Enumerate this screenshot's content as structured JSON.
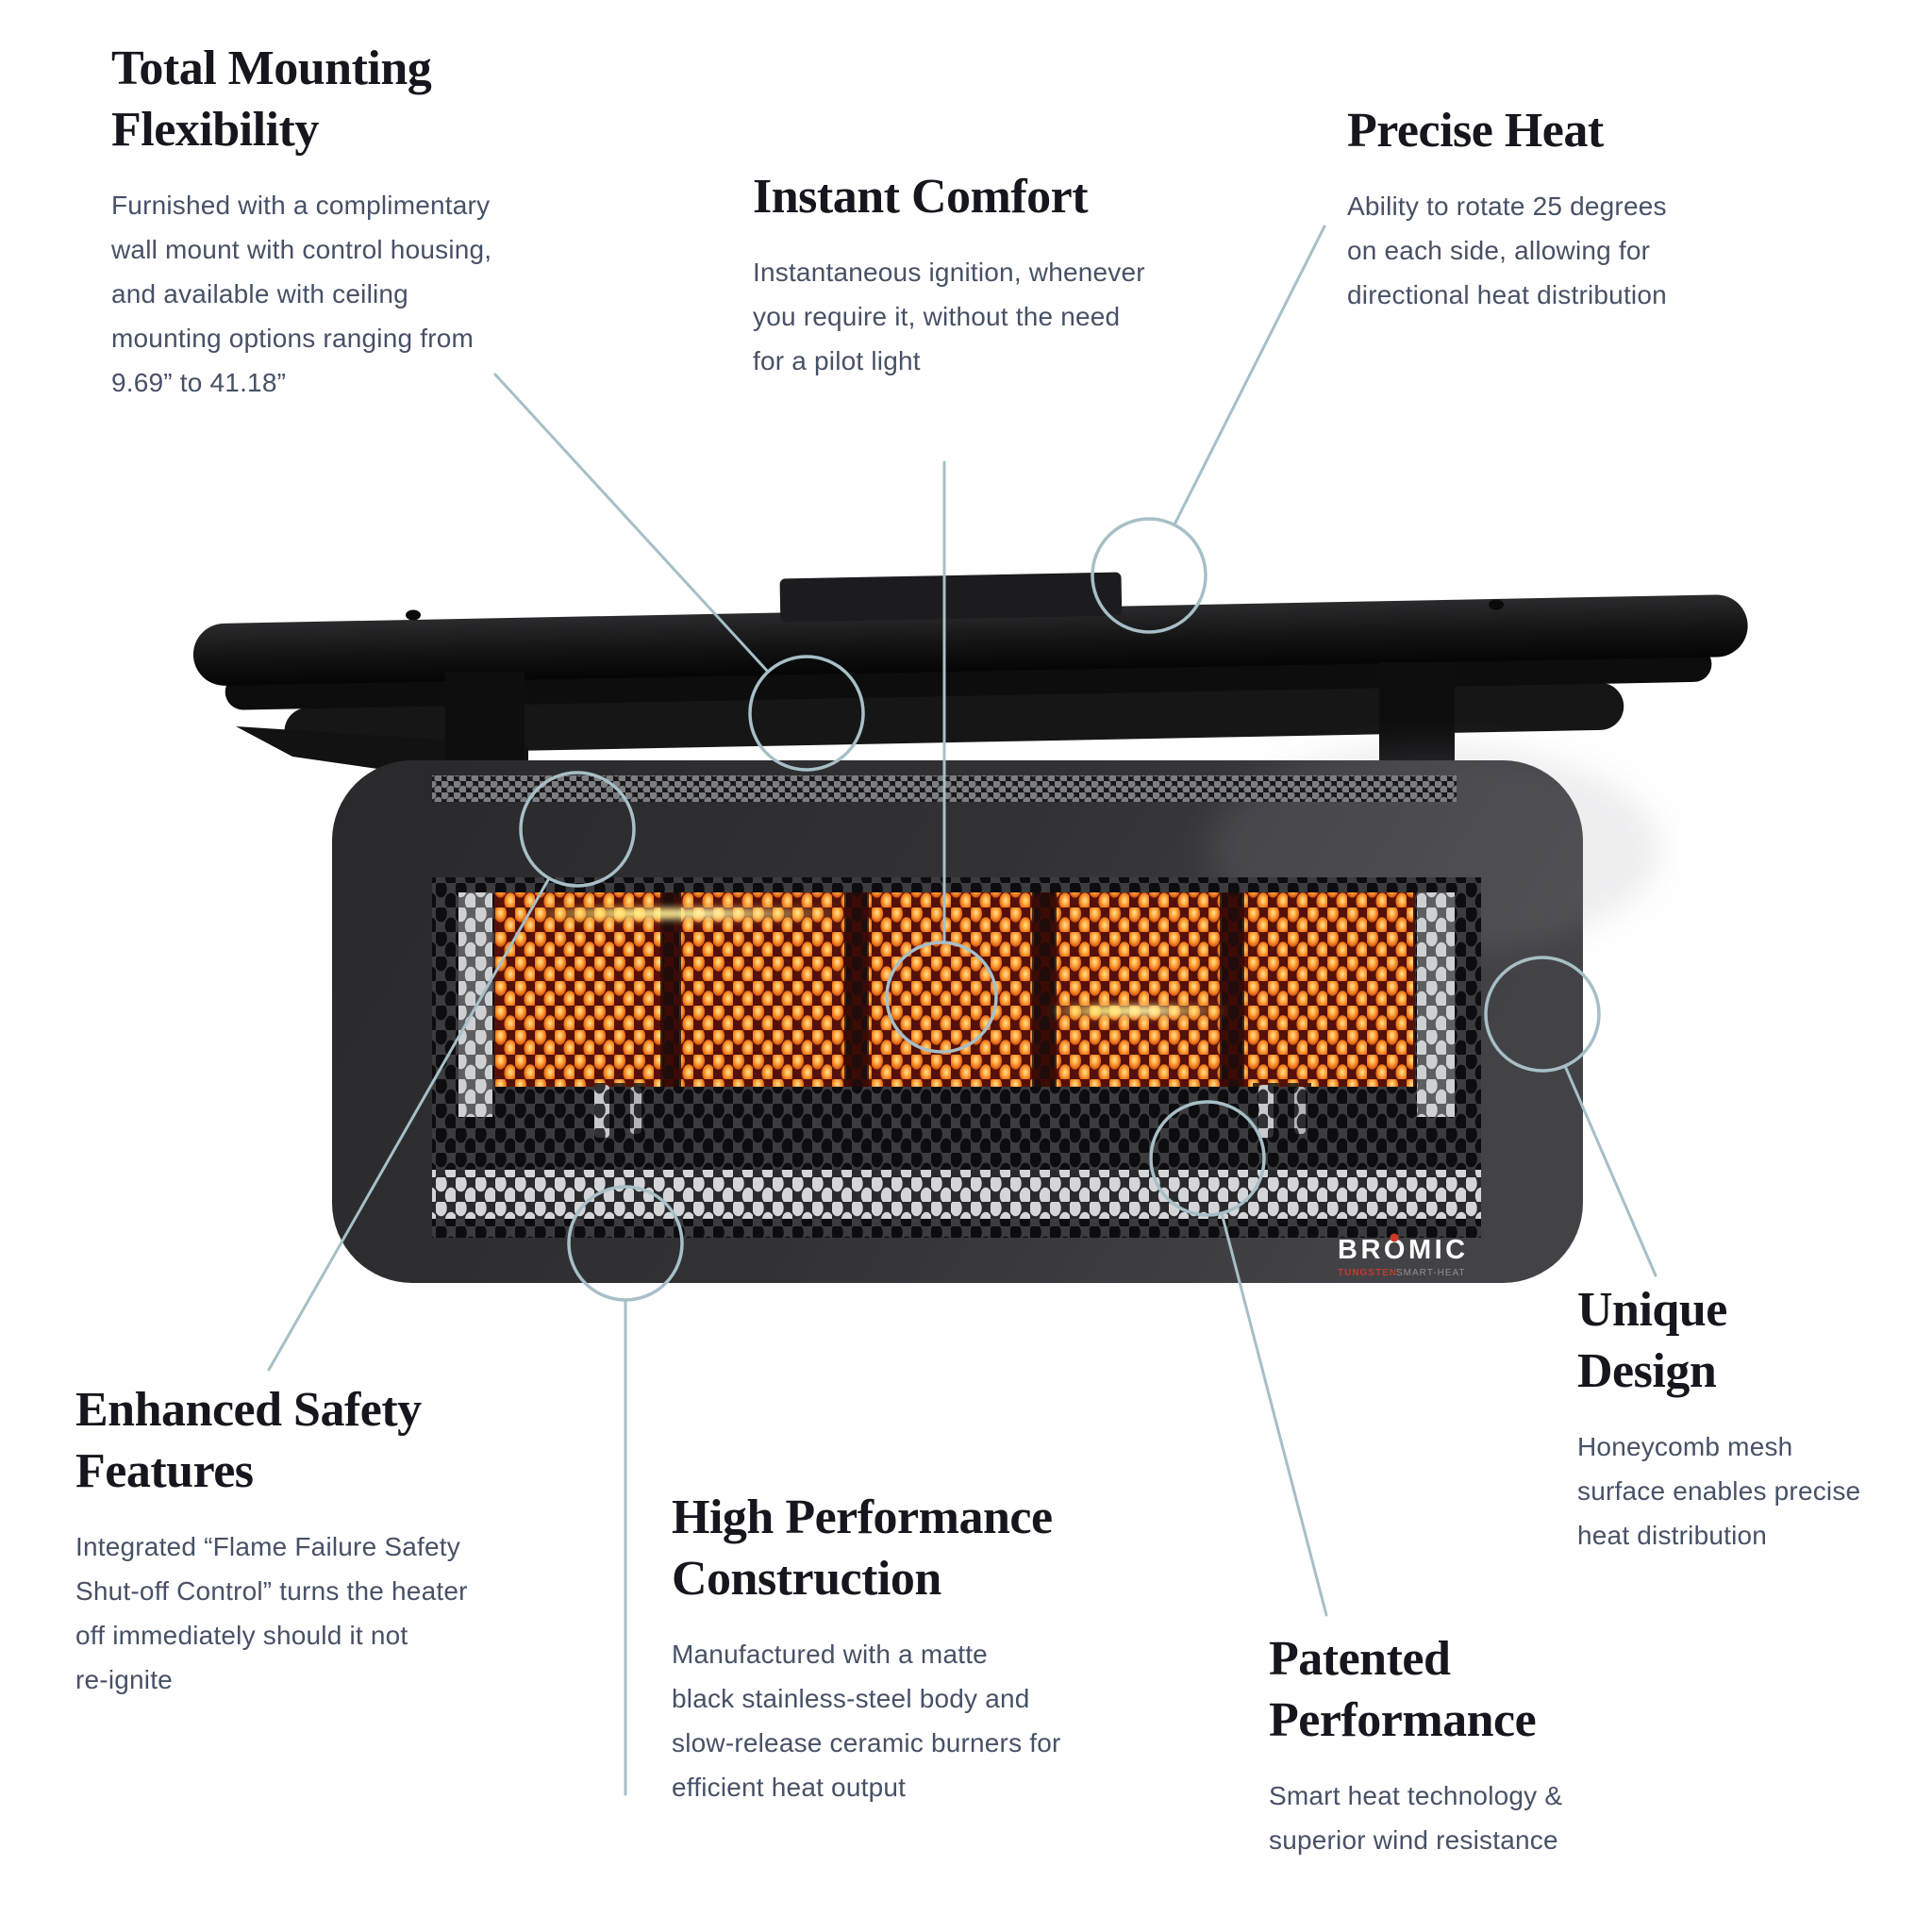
{
  "page": {
    "background": "#ffffff"
  },
  "brand": {
    "logo_text": "BROMIC",
    "logo_sub_left": "TUNGSTEN",
    "logo_sub_right": "SMART-HEAT",
    "logo_color": "#ffffff",
    "logo_accent_color": "#cf3a28"
  },
  "style": {
    "callout_color": "#a7bfc7",
    "heading_color": "#16161e",
    "body_text_color": "#475166",
    "heater_body_color": "#343437",
    "heater_glow_color": "#ee7a1d"
  },
  "features": [
    {
      "id": "total-mounting-flexibility",
      "title_lines": [
        "Total Mounting",
        "Flexibility"
      ],
      "desc_lines": [
        "Furnished with a complimentary",
        "wall mount with control housing,",
        "and available with ceiling",
        "mounting options ranging from",
        "9.69” to 41.18”"
      ]
    },
    {
      "id": "instant-comfort",
      "title_lines": [
        "Instant Comfort"
      ],
      "desc_lines": [
        "Instantaneous ignition, whenever",
        "you require it, without the need",
        "for a pilot light"
      ]
    },
    {
      "id": "precise-heat",
      "title_lines": [
        "Precise Heat"
      ],
      "desc_lines": [
        "Ability to rotate 25 degrees",
        "on each side, allowing for",
        "directional heat distribution"
      ]
    },
    {
      "id": "enhanced-safety-features",
      "title_lines": [
        "Enhanced Safety",
        "Features"
      ],
      "desc_lines": [
        "Integrated “Flame Failure Safety",
        "Shut-off Control” turns the heater",
        "off immediately should it not",
        "re-ignite"
      ]
    },
    {
      "id": "high-performance-construction",
      "title_lines": [
        "High Performance",
        "Construction"
      ],
      "desc_lines": [
        "Manufactured with a matte",
        "black stainless-steel body and",
        "slow-release ceramic burners for",
        "efficient heat output"
      ]
    },
    {
      "id": "patented-performance",
      "title_lines": [
        "Patented",
        "Performance"
      ],
      "desc_lines": [
        "Smart heat technology &",
        "superior wind resistance"
      ]
    },
    {
      "id": "unique-design",
      "title_lines": [
        "Unique",
        "Design"
      ],
      "desc_lines": [
        "Honeycomb mesh",
        "surface enables precise",
        "heat distribution"
      ]
    }
  ]
}
